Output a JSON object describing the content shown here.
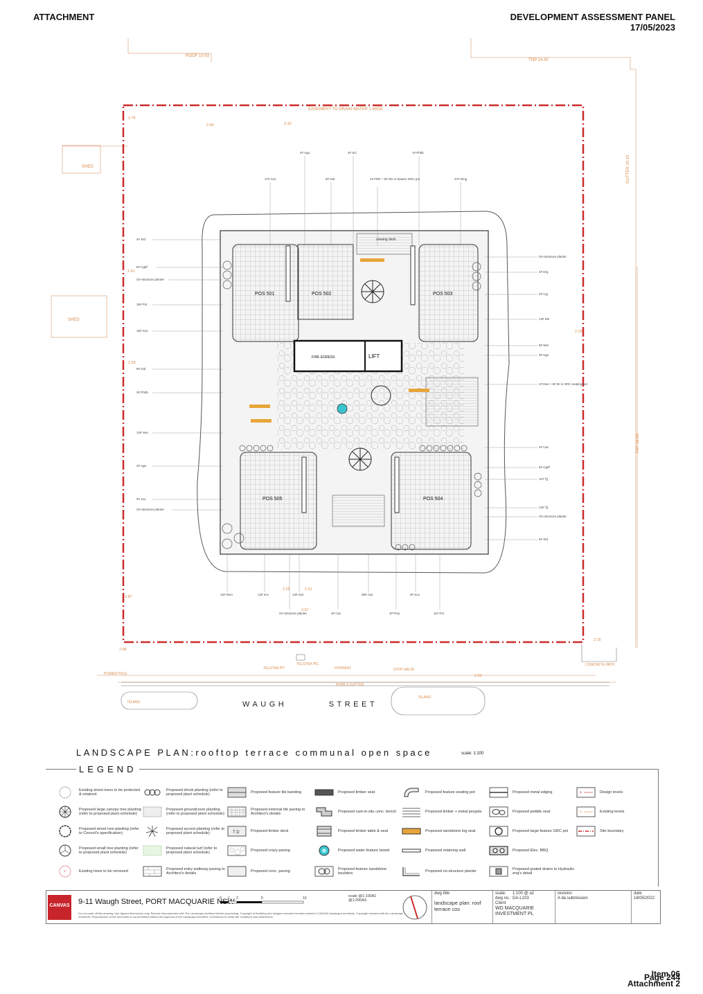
{
  "header": {
    "left": "ATTACHMENT",
    "right_line1": "DEVELOPMENT ASSESSMENT PANEL",
    "right_line2": "17/05/2023"
  },
  "plan": {
    "street_name": "WAUGH        STREET",
    "pos": [
      "POS 501",
      "POS 502",
      "POS 503",
      "POS 505",
      "POS 504"
    ],
    "lift": "LIFT",
    "fire_egress": "FIRE EGRESS",
    "shed": "SHED",
    "easement": "EASEMENT TO DRAIN WATER 1 WIDE",
    "roof": "ROOF 10.63",
    "top": "TOP 14.42",
    "gutter": "GUTTER 10.10",
    "top_right": "TOP 16.03",
    "power_pole": "POWER POLE",
    "telstra": "TELSTRA PIT",
    "telstra_pit": "TELSTRA P/C",
    "hydrant": "HYDRANT",
    "stop_valve": "STOP VALVE",
    "kerb": "KERB & GUTTER",
    "island": "ISLAND",
    "concrete_path": "CONCRETE PATH",
    "viewing_deck": "viewing deck",
    "left_labels": [
      "4# Std",
      "5# Cgbf",
      "On-structure planter",
      "18# Pol",
      "15# Sca",
      "8# Gal",
      "3# Phbb",
      "13# Sea",
      "3# Aga",
      "## Juu",
      "On-structure planter"
    ],
    "right_labels": [
      "On-structure planter",
      "4# Drg",
      "2# Cpj",
      "13# Dis",
      "8# Wel",
      "3# Aga",
      "1# Doe + 9# Dr in GRC seating pot",
      "4# Cac",
      "5# Cgbf",
      "11# Tjj",
      "13# Tjj",
      "On-structure planter",
      "5# Std"
    ],
    "top_labels": [
      "17# Cac",
      "2# Aga",
      "9# Gal",
      "2# Scl",
      "1# FRR + 5# Dis in feature GRC pot",
      "1# Phbb",
      "37# Dmg"
    ],
    "bottom_labels": [
      "10# Rsm",
      "13# Imc",
      "13# Gal",
      "On-structure planter",
      "3# Cac",
      "35# Cac",
      "4# Pmy",
      "9# Suc",
      "11# Pol"
    ],
    "levels": [
      "2.75",
      "2.96",
      "2.32",
      "2.41",
      "2.55",
      "2.87",
      "2.85",
      "2.55",
      "2.51",
      "2.57",
      "2.16",
      "2.39",
      "2.31"
    ]
  },
  "title": {
    "text": "LANDSCAPE   PLAN:rooftop   terrace   communal   open   space",
    "scale": "scale: 1:100"
  },
  "legend": {
    "title": "LEGEND",
    "items": [
      [
        "Existing street trees to be protected & retained",
        "Proposed large canopy tree planting (refer to proposed plant schedule)",
        "Proposed street tree planting (refer to Council's specification)",
        "Proposed small tree planting (refer to proposed plant schedule)",
        "Existing trees to be removed"
      ],
      [
        "Proposed shrub planting (refer to proposed plant schedule)",
        "Proposed groundcover planting (refer to proposed plant schedule)",
        "Proposed accent planting (refer to proposed plant schedule)",
        "Proposed natural turf (refer to proposed plant schedule)",
        "Proposed entry walkway paving to Architect's details"
      ],
      [
        "Proposed feature tile banding",
        "Proposed external tile paving to Architect's details",
        "Proposed timber deck",
        "Proposed crazy paving",
        "Proposed conc. paving"
      ],
      [
        "Proposed timber seat",
        "Proposed cast-in-situ conc. bench",
        "Proposed timber table & seat",
        "Proposed water feature bowel",
        "Proposed feature sandstone boulders"
      ],
      [
        "Proposed feature seating pot",
        "Proposed timber + metal pergola",
        "Proposed sandstone log seat",
        "Proposed retaining wall",
        "Proposed on-structure planter"
      ],
      [
        "Proposed metal edging",
        "Proposed pebble seat",
        "Proposed large feature GRC pot",
        "Proposed Elec. BBQ",
        "Proposed grated drains to Hydraulic eng's detail"
      ],
      [
        "Design levels",
        "Existing levels",
        "Site boundary"
      ]
    ]
  },
  "titleblock": {
    "logo": "CANVAS",
    "address": "9-11 Waugh Street, PORT MACQUARIE NSW",
    "scale_bar": "scale @1:100A1 @1:200A3",
    "scale_ticks": [
      "0",
      "1",
      "2",
      "5",
      "10"
    ],
    "disclaimer": "Do not scale off this drawing. Use figured dimensions only. Resolve discrepancies with The Landscape Architect before proceeding. Copyright of finalising and designs executed remains vested in CANVAS landscape architects. Copyright remains with the Landscape Architects. Reproduction of the document is not permitted without the approval of the Landscape Architect. Contractors to verify site conditions and dimensions.",
    "dwg_title_label": "dwg title",
    "dwg_title": "landscape plan: roof terrace cos",
    "scale_label": "scale:",
    "scale_value": "1:100 @ a1",
    "dwg_no_label": "dwg no.:",
    "dwg_no": "DA-L103",
    "client_label": "Client",
    "client": "WD MACQUARIE INVESTMENT PL",
    "revision_label": "revision",
    "revision": "A    da submission",
    "date_label": "date",
    "date": "18/05/2022"
  },
  "footer": {
    "item": "Item 06",
    "attachment": "Attachment 2",
    "page": "Page 244"
  },
  "colors": {
    "boundary": "#cc2a2a",
    "orange_text": "#d98a4a",
    "line": "#444444",
    "seat": "#e8a53a",
    "water": "#39c4d0"
  }
}
